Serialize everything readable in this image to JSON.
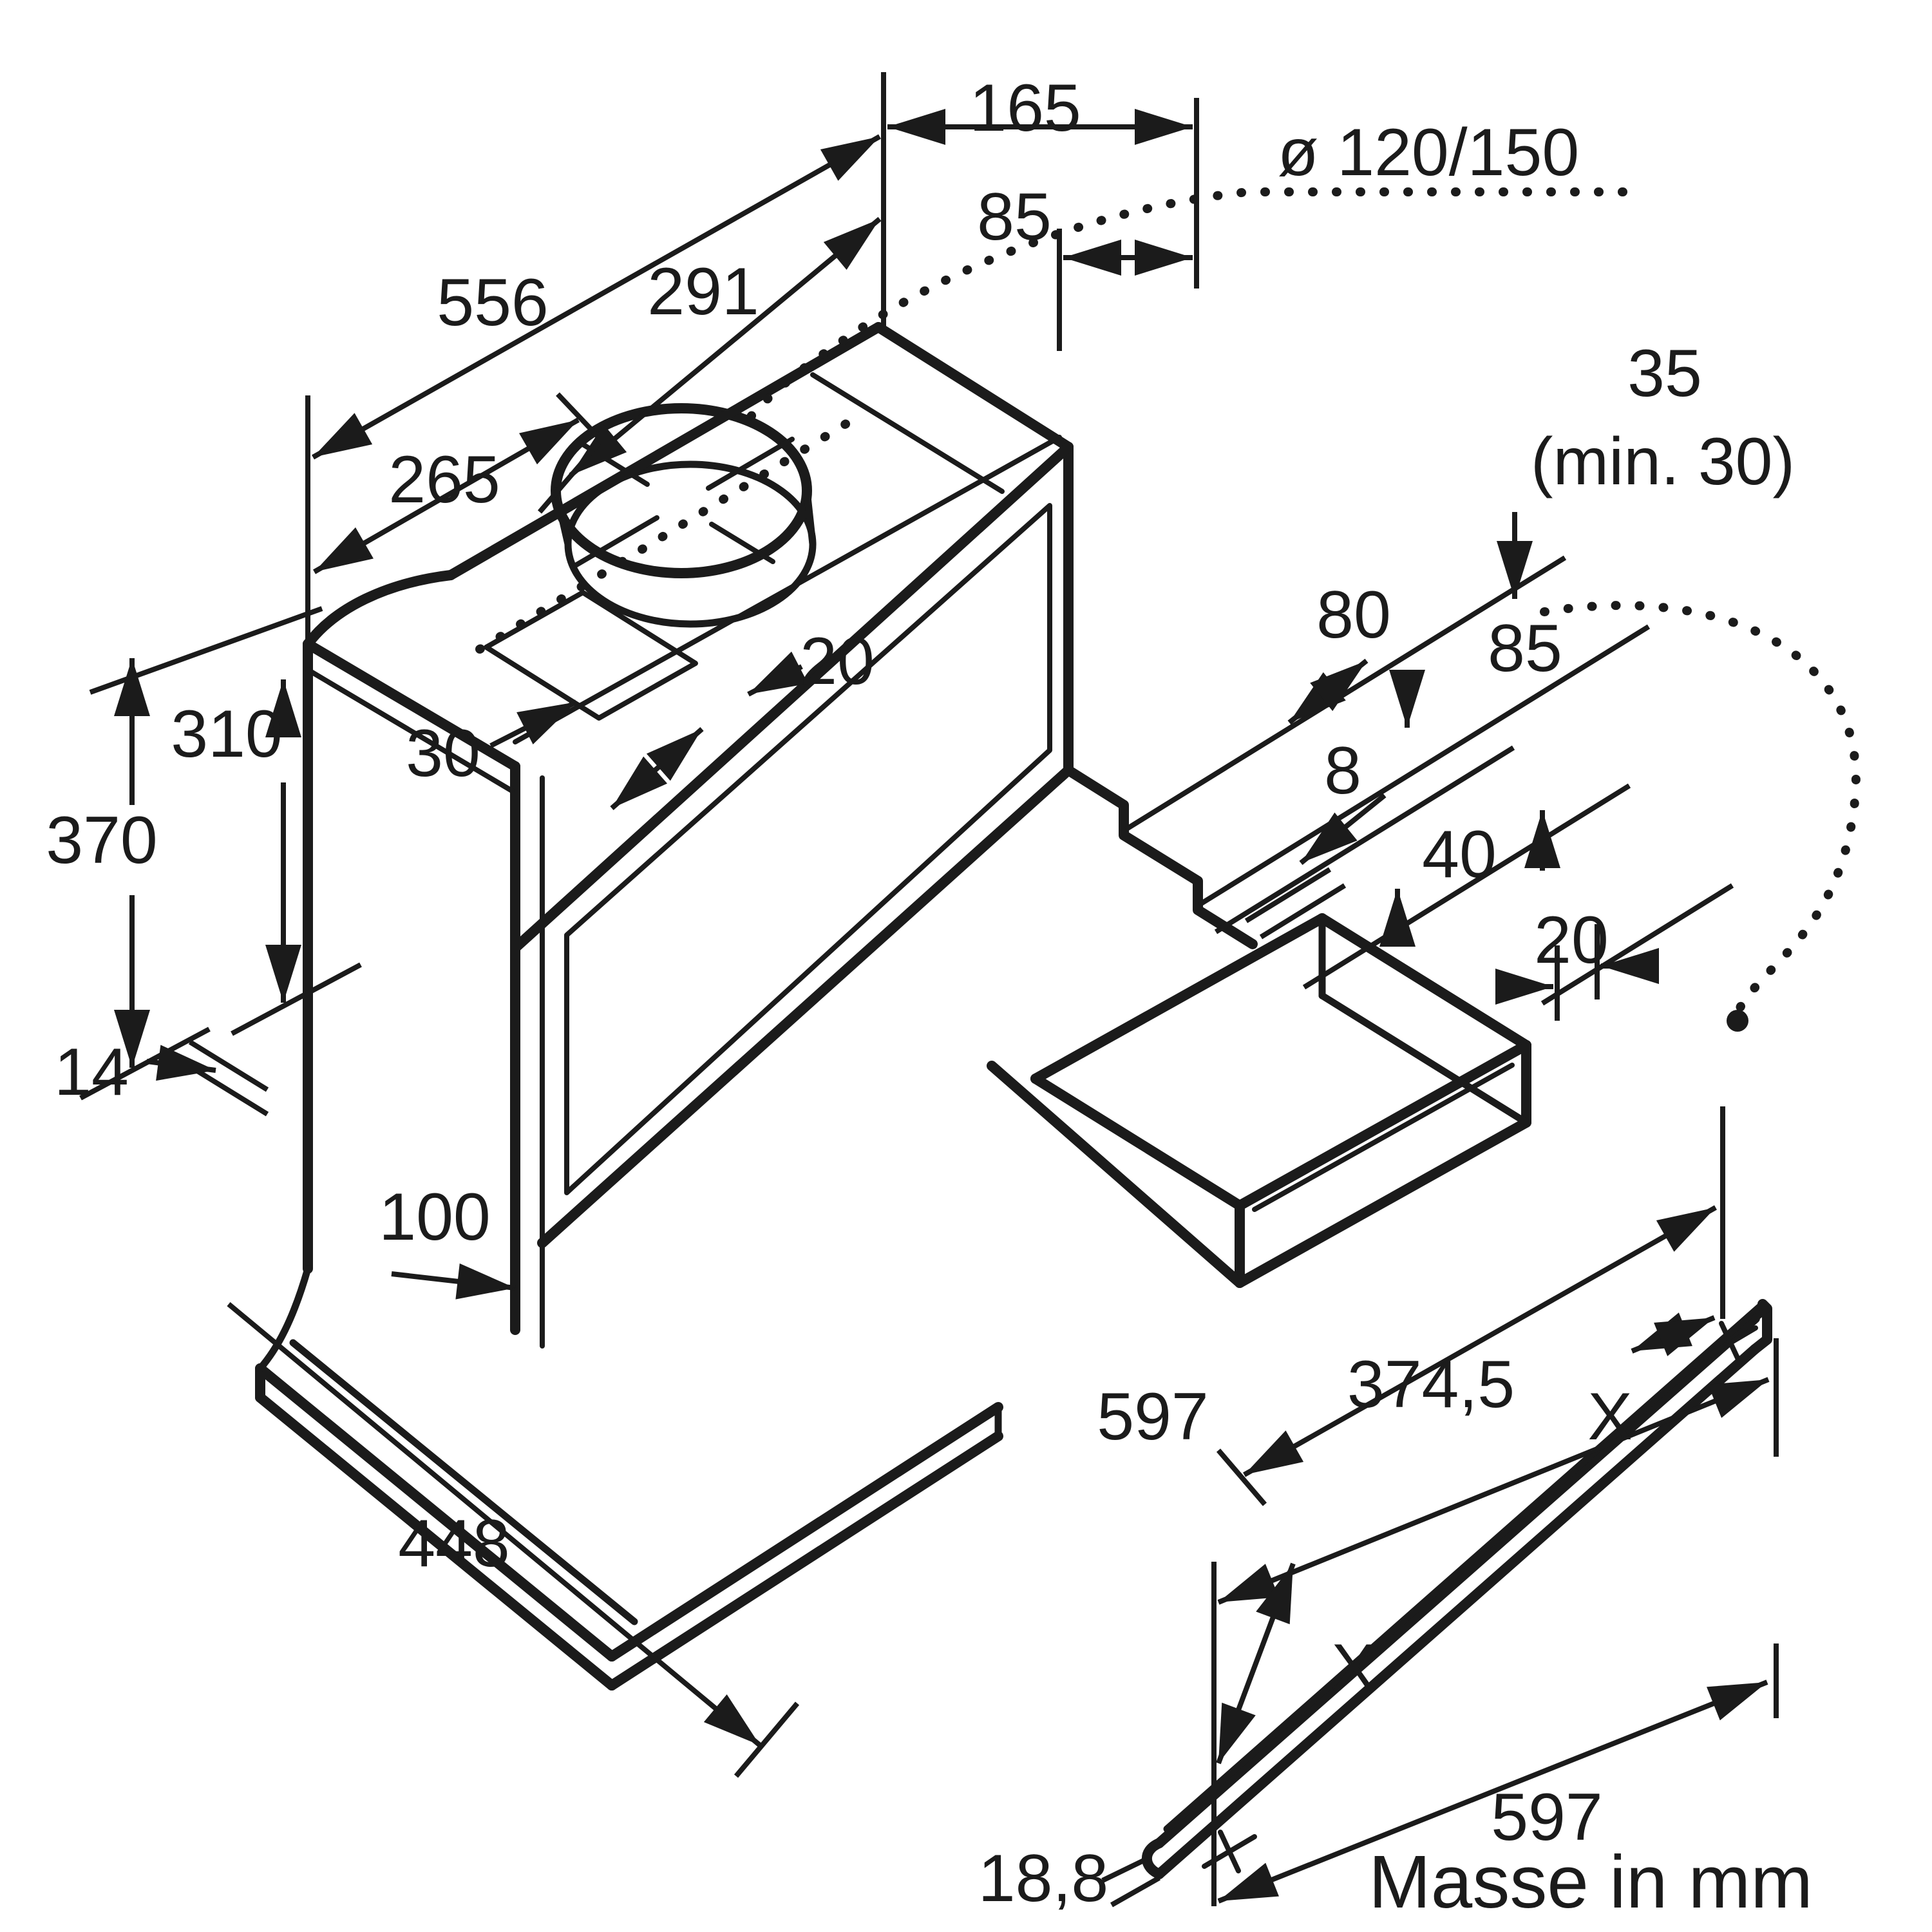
{
  "diagram": {
    "kind": "isometric technical dimension drawing of a telescopic built-in cooker hood",
    "unit_note": "Masse in mm",
    "dims": {
      "w165": "165",
      "w85top": "85",
      "diam": "ø 120/150",
      "w556": "556",
      "w291": "291",
      "w265": "265",
      "t20": "20",
      "t30": "30",
      "h310": "310",
      "h370": "370",
      "h100": "100",
      "t14": "14",
      "r80": "80",
      "r85": "85",
      "r8": "8",
      "r40": "40",
      "r20": "20",
      "c35": "35",
      "c35note": "(min. 30)",
      "b448": "448",
      "b597hood": "597",
      "b3745": "374,5",
      "bXtop": "X",
      "bXbot": "X",
      "bar597": "597",
      "bar188": "18,8"
    }
  }
}
